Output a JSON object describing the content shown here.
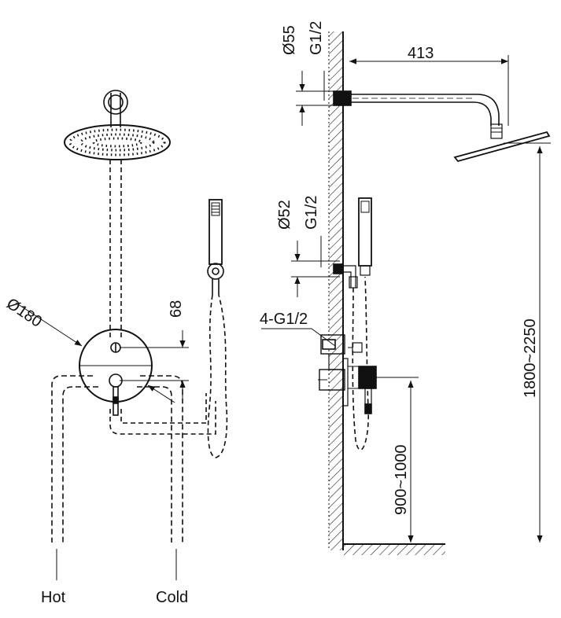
{
  "front_view": {
    "dim_diameter_plate": "Ø180",
    "dim_outlet_offset": "68",
    "label_hot": "Hot",
    "label_cold": "Cold"
  },
  "side_view": {
    "dim_diameter_arm": "Ø55",
    "dim_thread_arm": "G1/2",
    "dim_arm_length": "413",
    "dim_diameter_outlet": "Ø52",
    "dim_thread_outlet": "G1/2",
    "dim_inlets": "4-G1/2",
    "dim_head_height": "1800~2250",
    "dim_valve_height": "900~1000"
  }
}
